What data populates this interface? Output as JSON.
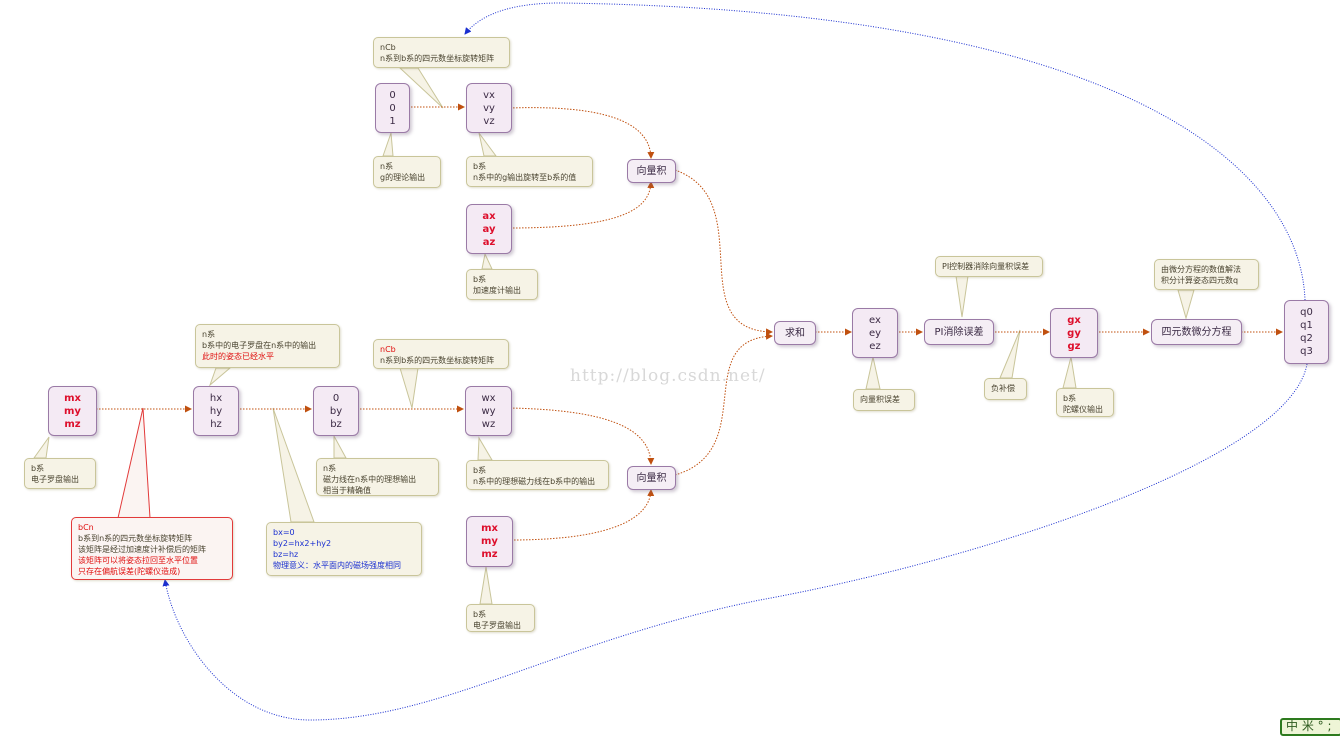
{
  "nodes": {
    "n_g": {
      "lines": [
        "0",
        "0",
        "1"
      ]
    },
    "v": {
      "lines": [
        "vx",
        "vy",
        "vz"
      ]
    },
    "a": {
      "lines": [
        "ax",
        "ay",
        "az"
      ]
    },
    "cross1": {
      "lines": [
        "向量积"
      ]
    },
    "m1": {
      "lines": [
        "mx",
        "my",
        "mz"
      ]
    },
    "h": {
      "lines": [
        "hx",
        "hy",
        "hz"
      ]
    },
    "b": {
      "lines": [
        "0",
        "by",
        "bz"
      ]
    },
    "w": {
      "lines": [
        "wx",
        "wy",
        "wz"
      ]
    },
    "cross2": {
      "lines": [
        "向量积"
      ]
    },
    "m2": {
      "lines": [
        "mx",
        "my",
        "mz"
      ]
    },
    "sum": {
      "lines": [
        "求和"
      ]
    },
    "e": {
      "lines": [
        "ex",
        "ey",
        "ez"
      ]
    },
    "pi": {
      "lines": [
        "PI消除误差"
      ]
    },
    "g": {
      "lines": [
        "gx",
        "gy",
        "gz"
      ]
    },
    "quat": {
      "lines": [
        "四元数微分方程"
      ]
    },
    "q": {
      "lines": [
        "q0",
        "q1",
        "q2",
        "q3"
      ]
    }
  },
  "notes": {
    "ncb_top": [
      "nCb",
      "n系到b系的四元数坐标旋转矩阵"
    ],
    "n_g_note": [
      "n系",
      "g的理论输出"
    ],
    "v_note": [
      "b系",
      "n系中的g输出旋转至b系的值"
    ],
    "a_note": [
      "b系",
      "加速度计输出"
    ],
    "h_note": [
      "n系",
      "b系中的电子罗盘在n系中的输出",
      "此时的姿态已经水平"
    ],
    "ncb_mid": [
      "nCb",
      "n系到b系的四元数坐标旋转矩阵"
    ],
    "m1_note": [
      "b系",
      "电子罗盘输出"
    ],
    "b_note": [
      "n系",
      "磁力线在n系中的理想输出",
      "相当于精确值"
    ],
    "w_note": [
      "b系",
      "n系中的理想磁力线在b系中的输出"
    ],
    "bcn_note": [
      "bCn",
      "b系到n系的四元数坐标旋转矩阵",
      "该矩阵是经过加速度计补偿后的矩阵",
      "该矩阵可以将姿态拉回至水平位置",
      "只存在偏航误差(陀螺仪造成)"
    ],
    "bxyz_note": [
      "bx=0",
      "by2=hx2+hy2",
      "bz=hz",
      "物理意义：水平面内的磁场强度相同"
    ],
    "m2_note": [
      "b系",
      "电子罗盘输出"
    ],
    "e_note": [
      "向量积误差"
    ],
    "pi_note": [
      "PI控制器消除向量积误差"
    ],
    "neg_note": [
      "负补偿"
    ],
    "g_note": [
      "b系",
      "陀螺仪输出"
    ],
    "quat_note": [
      "由微分方程的数值解法",
      "积分计算姿态四元数q"
    ]
  },
  "watermark": "http://blog.csdn.net/",
  "corner_text": "中 米 ° ;",
  "colors": {
    "arrow": "#c0500f",
    "feedback": "#1a2fd0",
    "node_border": "#9a7aa6",
    "red_text": "#dd0f2c"
  }
}
